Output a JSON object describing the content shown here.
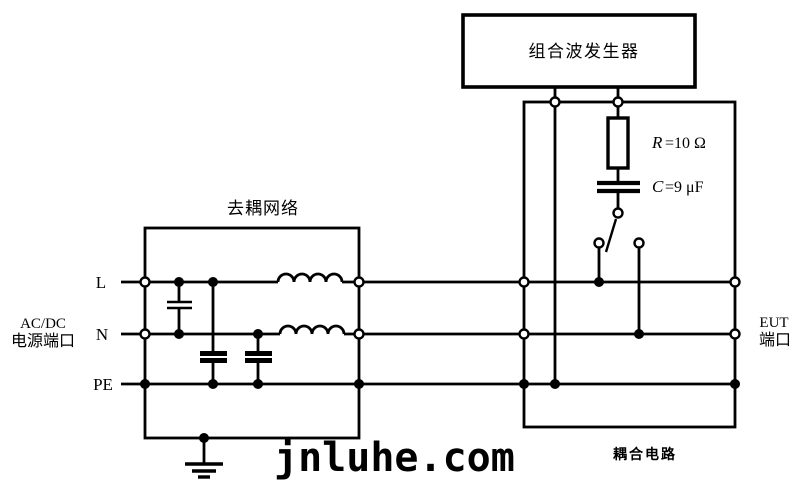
{
  "diagram": {
    "colors": {
      "ink": "#000000",
      "background": "#ffffff"
    },
    "generator": {
      "label": "组合波发生器"
    },
    "decoupling": {
      "label": "去耦网络"
    },
    "coupling": {
      "label": "耦合电路"
    },
    "source_port": {
      "line1": "AC/DC",
      "line2": "电源端口"
    },
    "eut_port": {
      "line1": "EUT",
      "line2": "端口"
    },
    "conductors": {
      "live": "L",
      "neutral": "N",
      "pe": "PE"
    },
    "resistor": {
      "symbol": "R",
      "value": "=10 Ω"
    },
    "capacitor": {
      "symbol": "C",
      "value": "=9 μF"
    },
    "watermark": "jnluhe.com"
  }
}
